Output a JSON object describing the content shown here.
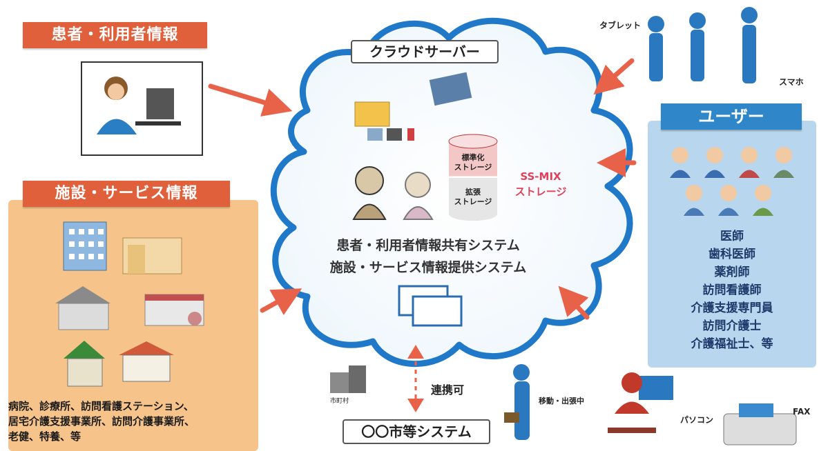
{
  "patient_panel": {
    "title": "患者・利用者情報"
  },
  "facility_panel": {
    "title": "施設・サービス情報",
    "caption_lines": [
      "病院、診療所、訪問看護ステーション、",
      "居宅介護支援事業所、訪問介護事業所、",
      "老健、特養、等"
    ]
  },
  "cloud": {
    "title": "クラウドサーバー",
    "storage_top": "標準化\nストレージ",
    "storage_bottom": "拡張\nストレージ",
    "ssmix_line1": "SS-MIX",
    "ssmix_line2": "ストレージ",
    "system_line1": "患者・利用者情報共有システム",
    "system_line2": "施設・サービス情報提供システム"
  },
  "user_panel": {
    "title": "ユーザー",
    "roles": [
      "医師",
      "歯科医師",
      "薬剤師",
      "訪問看護師",
      "介護支援専門員",
      "訪問介護士",
      "介護福祉士、等"
    ]
  },
  "devices": {
    "tablet": "タブレット",
    "smartphone": "スマホ",
    "pc": "パソコン",
    "fax": "FAX",
    "outside": "移動・出張中"
  },
  "bottom": {
    "link_label": "連携可",
    "office_label": "市町村",
    "system_box": "〇〇市等システム"
  },
  "colors": {
    "accent_red": "#e0603c",
    "accent_blue": "#2f86c8",
    "cloud_blue": "#1f78c8",
    "arrow": "#e8624a"
  }
}
